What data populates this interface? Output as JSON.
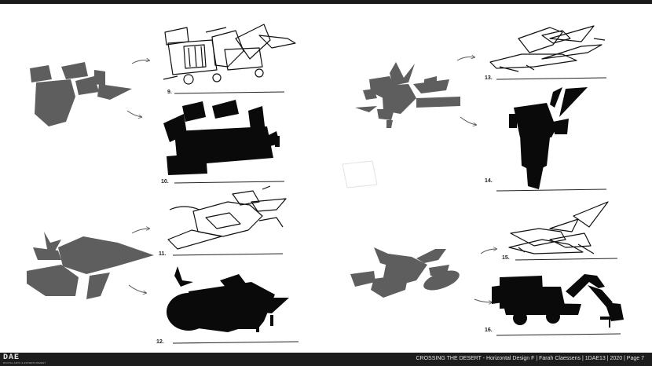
{
  "logo": {
    "mark": "DAE",
    "subtitle": "DIGITAL ARTS & ENTERTAINMENT"
  },
  "footer": {
    "text": "CROSSING THE DESERT - Horizontal Design F | Farah Claessens | 1DAE13 | 2020 | Page 7"
  },
  "sketches": [
    {
      "number": "9."
    },
    {
      "number": "10."
    },
    {
      "number": "11."
    },
    {
      "number": "12."
    },
    {
      "number": "13."
    },
    {
      "number": "14."
    },
    {
      "number": "15."
    },
    {
      "number": "16."
    }
  ],
  "colors": {
    "background": "#ffffff",
    "silhouette_gray": "#5e5e5e",
    "ink": "#0a0a0a",
    "footer_bar": "#1c1c1c"
  }
}
